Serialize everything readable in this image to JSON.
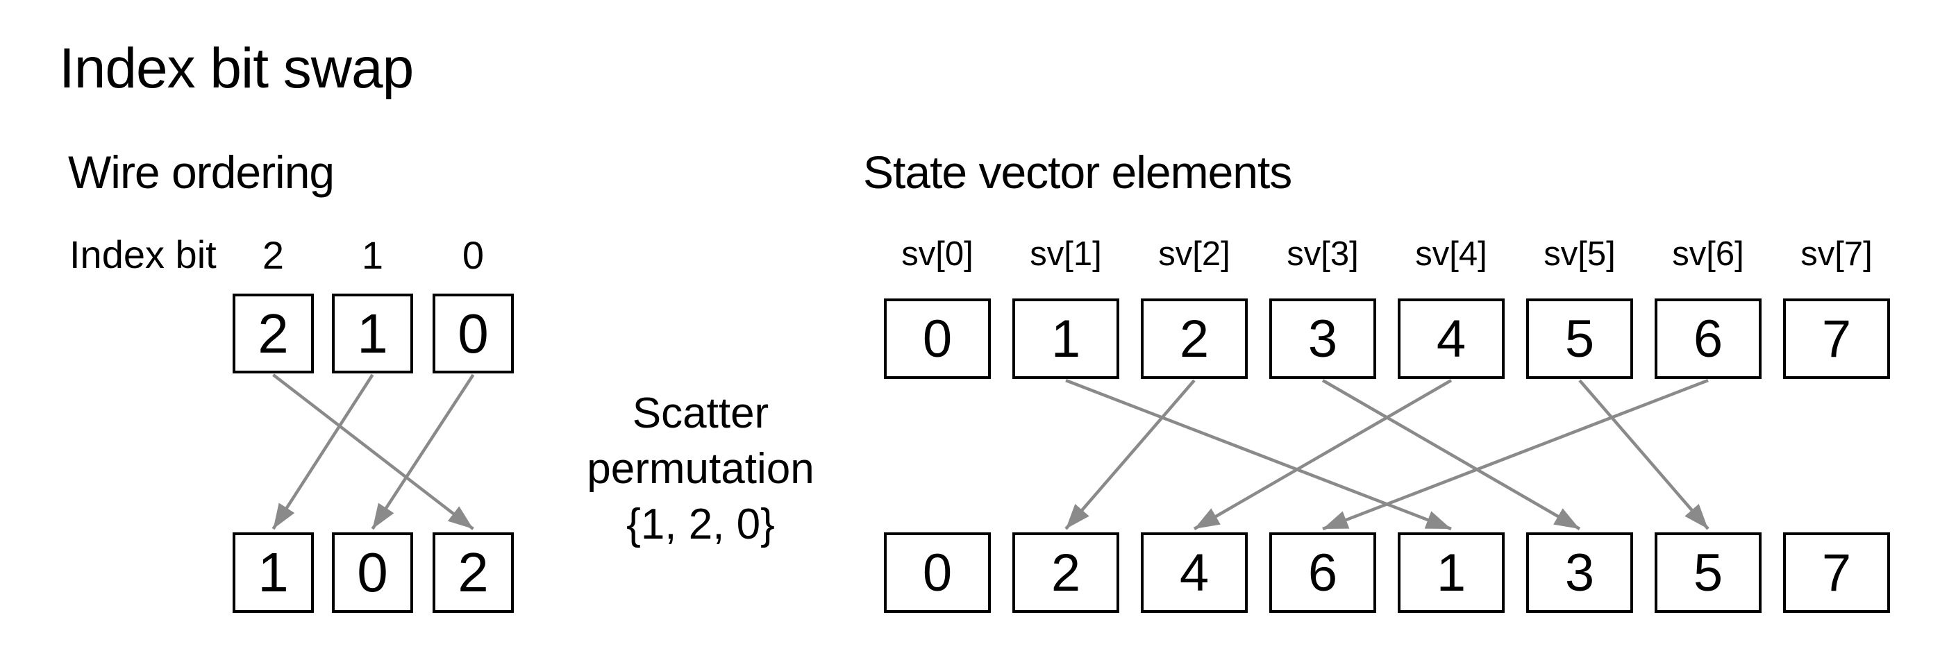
{
  "title": "Index bit swap",
  "left_panel": {
    "heading": "Wire ordering",
    "axis_label": "Index bit",
    "bit_positions": [
      "2",
      "1",
      "0"
    ],
    "top_row": [
      "2",
      "1",
      "0"
    ],
    "bottom_row": [
      "1",
      "0",
      "2"
    ],
    "arrows": [
      {
        "from": 0,
        "to": 2
      },
      {
        "from": 1,
        "to": 0
      },
      {
        "from": 2,
        "to": 1
      }
    ]
  },
  "middle": {
    "caption_lines": [
      "Scatter",
      "permutation",
      "{1, 2, 0}"
    ]
  },
  "right_panel": {
    "heading": "State vector elements",
    "element_labels": [
      "sv[0]",
      "sv[1]",
      "sv[2]",
      "sv[3]",
      "sv[4]",
      "sv[5]",
      "sv[6]",
      "sv[7]"
    ],
    "top_row": [
      "0",
      "1",
      "2",
      "3",
      "4",
      "5",
      "6",
      "7"
    ],
    "bottom_row": [
      "0",
      "2",
      "4",
      "6",
      "1",
      "3",
      "5",
      "7"
    ],
    "arrows": [
      {
        "from": 1,
        "to": 4
      },
      {
        "from": 2,
        "to": 1
      },
      {
        "from": 3,
        "to": 5
      },
      {
        "from": 4,
        "to": 2
      },
      {
        "from": 5,
        "to": 6
      },
      {
        "from": 6,
        "to": 3
      }
    ]
  },
  "colors": {
    "text": "#000000",
    "box_border": "#000000",
    "arrow": "#8a8a8a",
    "background": "#ffffff"
  }
}
